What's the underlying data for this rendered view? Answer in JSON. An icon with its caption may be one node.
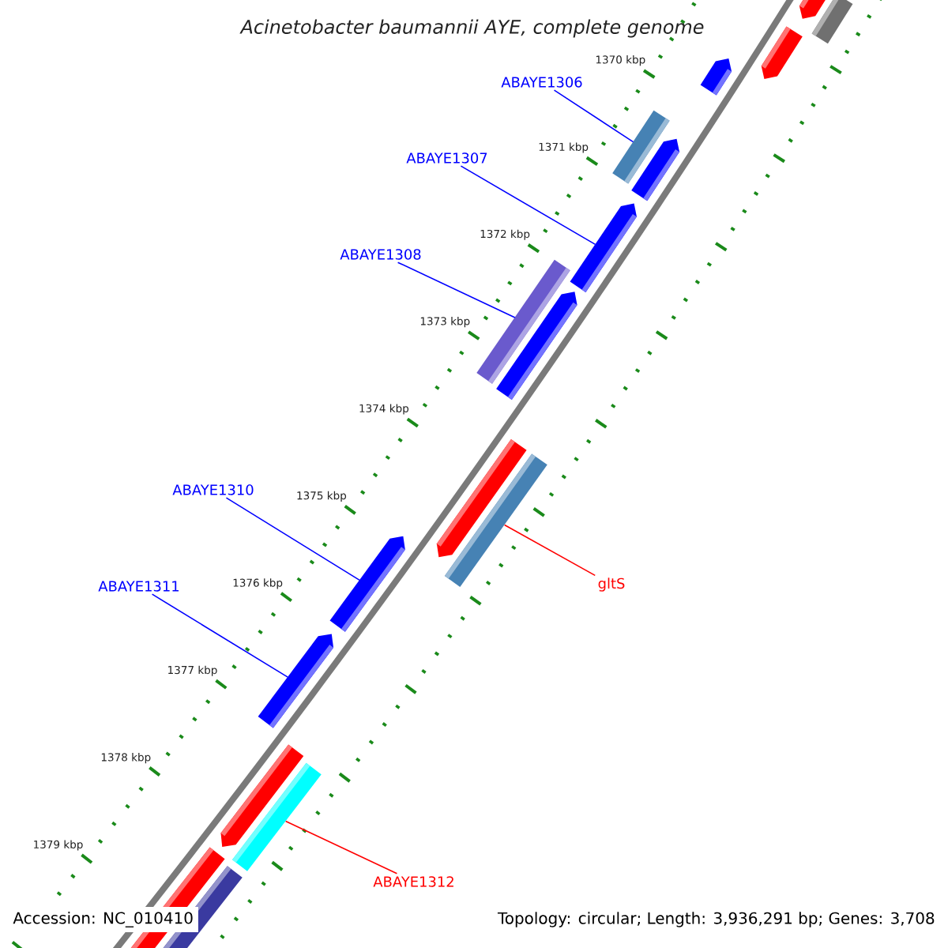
{
  "diagram": {
    "title": "*Acinetobacter baumannii* AYE, complete genome",
    "nodes": [
      {
        "text": [
          "ABAYE1306"
        ]
      },
      {
        "text": [],
        "shape": "bar"
      },
      {
        "text": [
          "ABAYE1307"
        ]
      },
      {
        "text": [],
        "shape": "bar"
      },
      {
        "text": [
          "ABAYE1308"
        ]
      },
      {
        "text": [],
        "shape": "bar"
      },
      {
        "text": [
          "ABAYE1310"
        ]
      },
      {
        "text": [],
        "shape": "bar"
      },
      {
        "text": [
          "gltS"
        ]
      },
      {
        "text": [],
        "shape": "bar"
      },
      {
        "text": [
          "ABAYE1311"
        ]
      },
      {
        "text": [],
        "shape": "bar"
      },
      {
        "text": [
          "ABAYE1312"
        ]
      },
      {
        "text": [],
        "shape": "bar"
      }
    ],
    "edges": [
      {
        "from": 0,
        "to": 1,
        "arrow": "none"
      },
      {
        "from": 2,
        "to": 3,
        "arrow": "none"
      },
      {
        "from": 4,
        "to": 5,
        "arrow": "none"
      },
      {
        "from": 6,
        "to": 7,
        "arrow": "none"
      },
      {
        "from": 8,
        "to": 9,
        "arrow": "none",
        "color": "#ff0000"
      },
      {
        "from": 10,
        "to": 11,
        "arrow": "none"
      },
      {
        "from": 12,
        "to": 13,
        "arrow": "none",
        "color": "#ff0000"
      }
    ],
    "labels": [
      "1370 kbp",
      "1371 kbp",
      "1372 kbp",
      "1373 kbp",
      "1374 kbp",
      "1375 kbp",
      "1376 kbp",
      "1377 kbp",
      "1378 kbp",
      "1379 kbp",
      "Accession: NC_010410",
      "Topology: circular; Length: 3,936,291 bp; Genes: 3,708"
    ]
  }
}
